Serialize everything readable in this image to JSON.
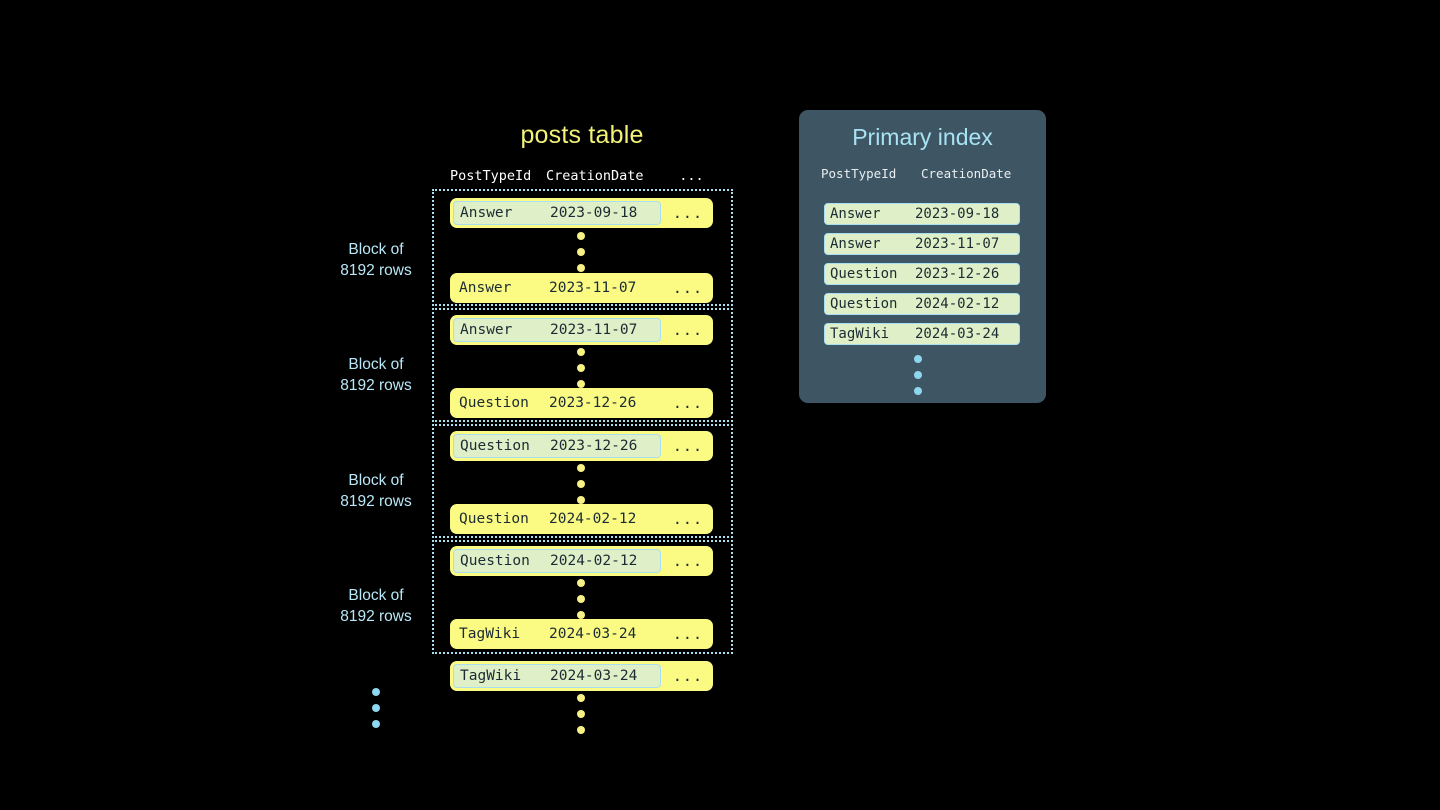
{
  "posts_table": {
    "title": "posts table",
    "columns": [
      "PostTypeId",
      "CreationDate",
      "..."
    ],
    "row_overflow": "...",
    "blocks": [
      {
        "label_line1": "Block of",
        "label_line2": "8192 rows",
        "first_row": {
          "post_type_id": "Answer",
          "creation_date": "2023-09-18",
          "highlighted": true
        },
        "last_row": {
          "post_type_id": "Answer",
          "creation_date": "2023-11-07",
          "highlighted": false
        }
      },
      {
        "label_line1": "Block of",
        "label_line2": "8192 rows",
        "first_row": {
          "post_type_id": "Answer",
          "creation_date": "2023-11-07",
          "highlighted": true
        },
        "last_row": {
          "post_type_id": "Question",
          "creation_date": "2023-12-26",
          "highlighted": false
        }
      },
      {
        "label_line1": "Block of",
        "label_line2": "8192 rows",
        "first_row": {
          "post_type_id": "Question",
          "creation_date": "2023-12-26",
          "highlighted": true
        },
        "last_row": {
          "post_type_id": "Question",
          "creation_date": "2024-02-12",
          "highlighted": false
        }
      },
      {
        "label_line1": "Block of",
        "label_line2": "8192 rows",
        "first_row": {
          "post_type_id": "Question",
          "creation_date": "2024-02-12",
          "highlighted": true
        },
        "last_row": {
          "post_type_id": "TagWiki",
          "creation_date": "2024-03-24",
          "highlighted": false
        }
      }
    ],
    "trailing_row": {
      "post_type_id": "TagWiki",
      "creation_date": "2024-03-24",
      "highlighted": true
    }
  },
  "primary_index": {
    "title": "Primary index",
    "columns": [
      "PostTypeId",
      "CreationDate"
    ],
    "rows": [
      {
        "post_type_id": "Answer",
        "creation_date": "2023-09-18"
      },
      {
        "post_type_id": "Answer",
        "creation_date": "2023-11-07"
      },
      {
        "post_type_id": "Question",
        "creation_date": "2023-12-26"
      },
      {
        "post_type_id": "Question",
        "creation_date": "2024-02-12"
      },
      {
        "post_type_id": "TagWiki",
        "creation_date": "2024-03-24"
      }
    ]
  },
  "colors": {
    "background": "#000000",
    "row_yellow": "#fbfb84",
    "mark_green": "#dff0c8",
    "mark_border_blue": "#a9dff0",
    "panel_slate": "#3e5663",
    "accent_blue": "#a9e2f3",
    "title_yellow": "#f2f279",
    "text_dark": "#1b2b33",
    "header_white": "#ffffff"
  }
}
